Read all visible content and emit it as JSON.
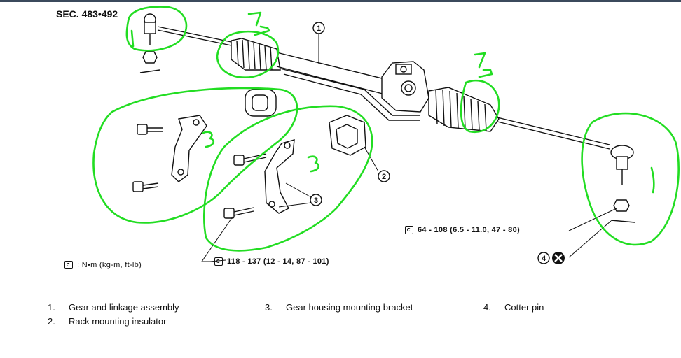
{
  "diagram": {
    "section_ref": "SEC. 483•492",
    "callouts": [
      "1",
      "2",
      "3",
      "4"
    ],
    "hand_marks": [
      "2",
      "2",
      "3",
      "3",
      "1"
    ],
    "torque_specs": {
      "tie_rod_nut": "64 - 108 (6.5 - 11.0, 47 - 80)",
      "bracket_bolts": "118 - 137 (12 - 14, 87 - 101)"
    },
    "legend_unit": ": N•m (kg-m, ft-lb)",
    "parts": [
      {
        "num": "1.",
        "name": "Gear and linkage assembly"
      },
      {
        "num": "2.",
        "name": "Rack mounting insulator"
      },
      {
        "num": "3.",
        "name": "Gear housing mounting bracket"
      },
      {
        "num": "4.",
        "name": "Cotter pin"
      }
    ],
    "colors": {
      "annotation": "#22dd22",
      "line": "#111111",
      "topbar": "#3b4a5c"
    }
  }
}
